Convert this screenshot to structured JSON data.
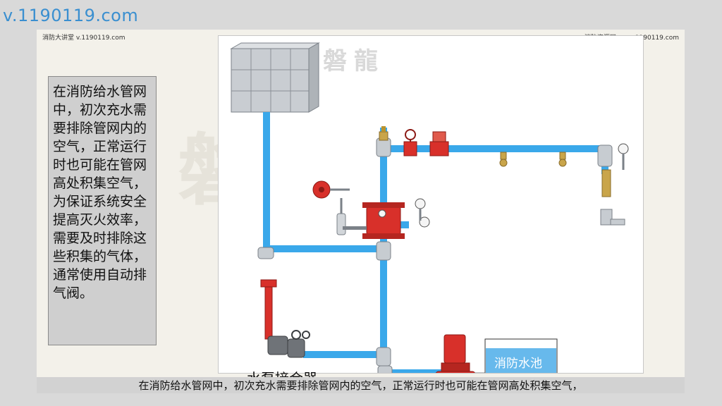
{
  "watermark": "v.1190119.com",
  "slide": {
    "header_left": "消防大讲堂 v.1190119.com",
    "header_right": "消防资源网 www.1190119.com",
    "explanation": "在消防给水管网中，初次充水需要排除管网内的空气，正常运行时也可能在管网高处积集空气，为保证系统安全提高灭火效率，需要及时排除这些积集的气体，通常使用自动排气阀。",
    "logo_text": "磐龍",
    "bg_char": "磐"
  },
  "diagram": {
    "pool_label": "消防水池",
    "connector_label": "水泵接合器"
  },
  "subtitle": "在消防给水管网中，初次充水需要排除管网内的空气，正常运行时也可能在管网高处积集空气，",
  "colors": {
    "pipe": "#3aa8ea",
    "valve_red": "#d8302a",
    "pool_blue": "#67b9ec",
    "steel": "#c7ccd1"
  }
}
